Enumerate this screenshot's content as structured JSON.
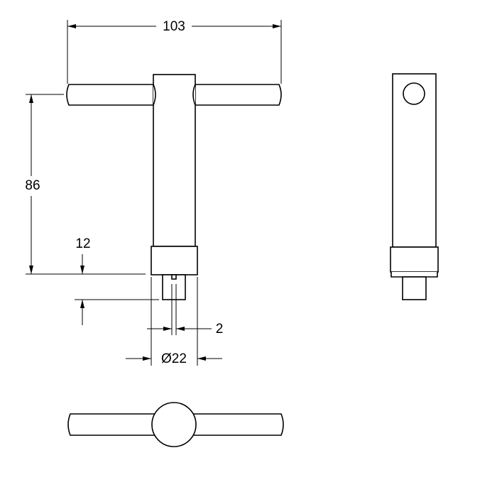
{
  "dimensions": {
    "overall_width": "103",
    "handle_height": "86",
    "pin_length": "12",
    "slot_width": "2",
    "collar_diameter": "Ø22"
  },
  "colors": {
    "line": "#000000",
    "background": "#ffffff"
  }
}
